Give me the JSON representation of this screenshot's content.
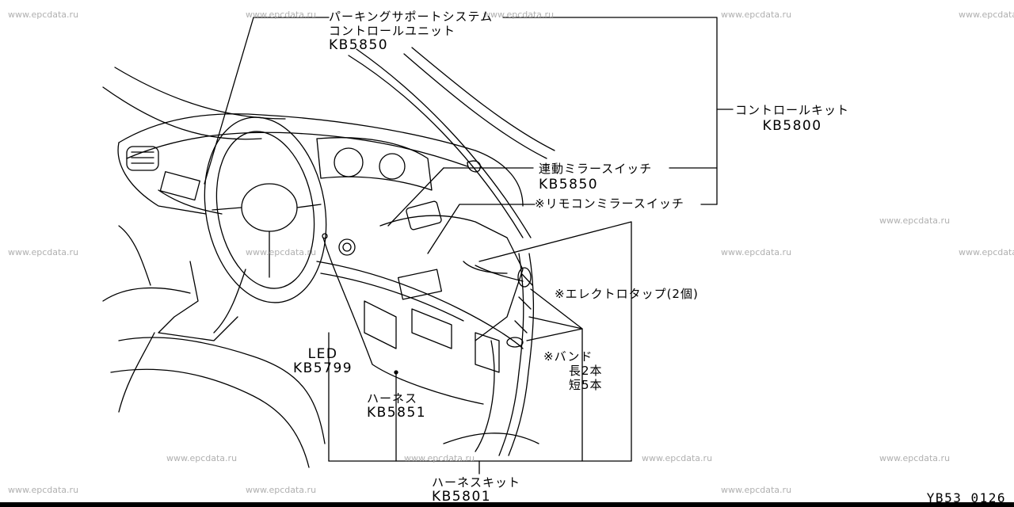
{
  "watermark": "www.epcdata.ru",
  "callouts": {
    "parking_unit": {
      "line1": "パーキングサポートシステム",
      "line2": "コントロールユニット",
      "code": "KB5850"
    },
    "control_kit": {
      "name": "コントロールキット",
      "code": "KB5800"
    },
    "mirror_switch": {
      "name": "連動ミラースイッチ",
      "code": "KB5850"
    },
    "remote_mirror": {
      "name": "※リモコンミラースイッチ"
    },
    "electro_tap": {
      "name": "※エレクトロタップ(2個)"
    },
    "band": {
      "name": "※バンド",
      "long": "長2本",
      "short": "短5本"
    },
    "led": {
      "name": "LED",
      "code": "KB5799"
    },
    "harness": {
      "name": "ハーネス",
      "code": "KB5851"
    },
    "harness_kit": {
      "name": "ハーネスキット",
      "code": "KB5801"
    }
  },
  "ref_code": "YB53 0126"
}
